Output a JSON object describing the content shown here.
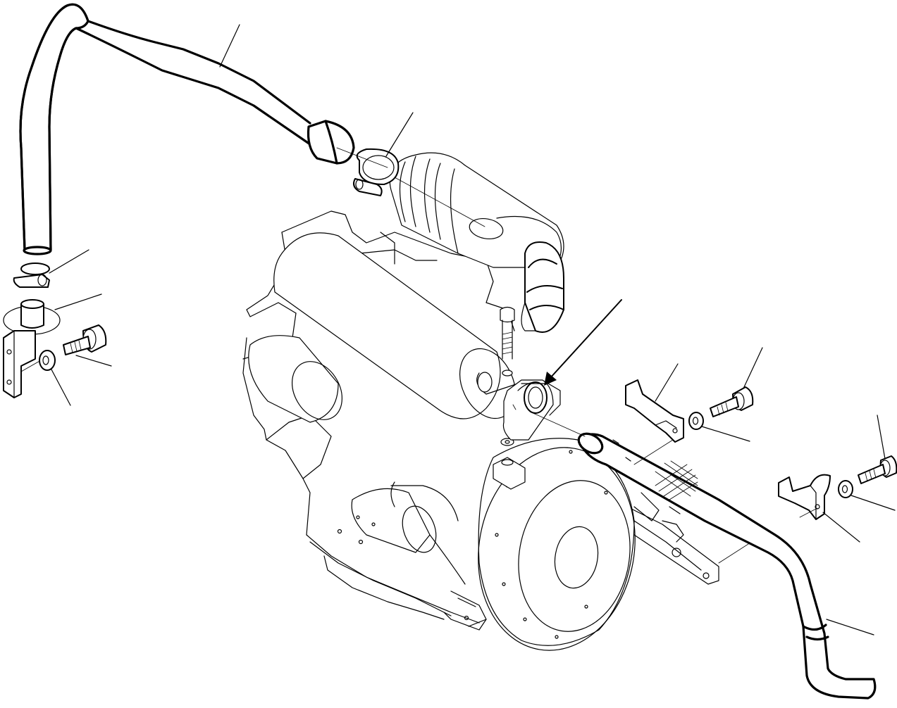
{
  "diagram": {
    "line_color": "#000000",
    "background": "#ffffff",
    "components": [
      "upper-breather-hose",
      "hose-clamp-upper",
      "air-cleaner",
      "engine-block",
      "hose-clamp-left",
      "breather-valve",
      "mounting-bracket-left",
      "bolt-left",
      "washer-left",
      "muffler",
      "mounting-bolt-vertical",
      "pipe-clamp-block",
      "lower-drain-hose",
      "bracket-right-upper",
      "bolt-right-upper",
      "washer-right-upper",
      "bracket-right-lower",
      "bolt-right-lower",
      "washer-right-lower",
      "flywheel-housing"
    ]
  }
}
